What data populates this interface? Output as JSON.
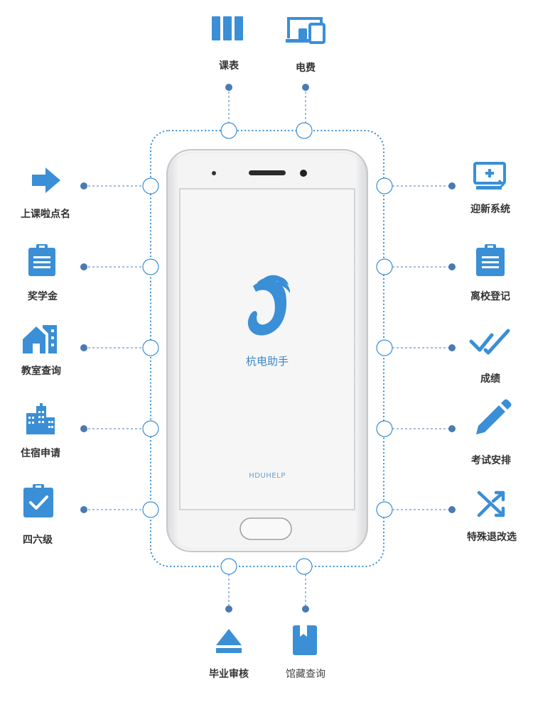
{
  "app": {
    "name": "杭电助手",
    "subtitle": "HDUHELP"
  },
  "colors": {
    "accent": "#3a8fd6",
    "connector": "#4a7ab4",
    "dots": "#3a8fd6",
    "label": "#333333"
  },
  "features": {
    "top": [
      {
        "label": "课表",
        "icon": "columns-icon"
      },
      {
        "label": "电费",
        "icon": "devices-icon"
      }
    ],
    "left": [
      {
        "label": "上课啦点名",
        "icon": "arrow-right-icon"
      },
      {
        "label": "奖学金",
        "icon": "clipboard-icon"
      },
      {
        "label": "教室查询",
        "icon": "building-home-icon"
      },
      {
        "label": "住宿申请",
        "icon": "city-icon"
      },
      {
        "label": "四六级",
        "icon": "clipboard-check-icon"
      }
    ],
    "right": [
      {
        "label": "迎新系统",
        "icon": "monitor-plus-icon"
      },
      {
        "label": "离校登记",
        "icon": "clipboard-icon"
      },
      {
        "label": "成绩",
        "icon": "double-check-icon"
      },
      {
        "label": "考试安排",
        "icon": "pencil-icon"
      },
      {
        "label": "特殊退改选",
        "icon": "shuffle-icon"
      }
    ],
    "bottom": [
      {
        "label": "毕业审核",
        "icon": "eject-icon"
      },
      {
        "label": "馆藏查询",
        "icon": "book-icon"
      }
    ]
  }
}
